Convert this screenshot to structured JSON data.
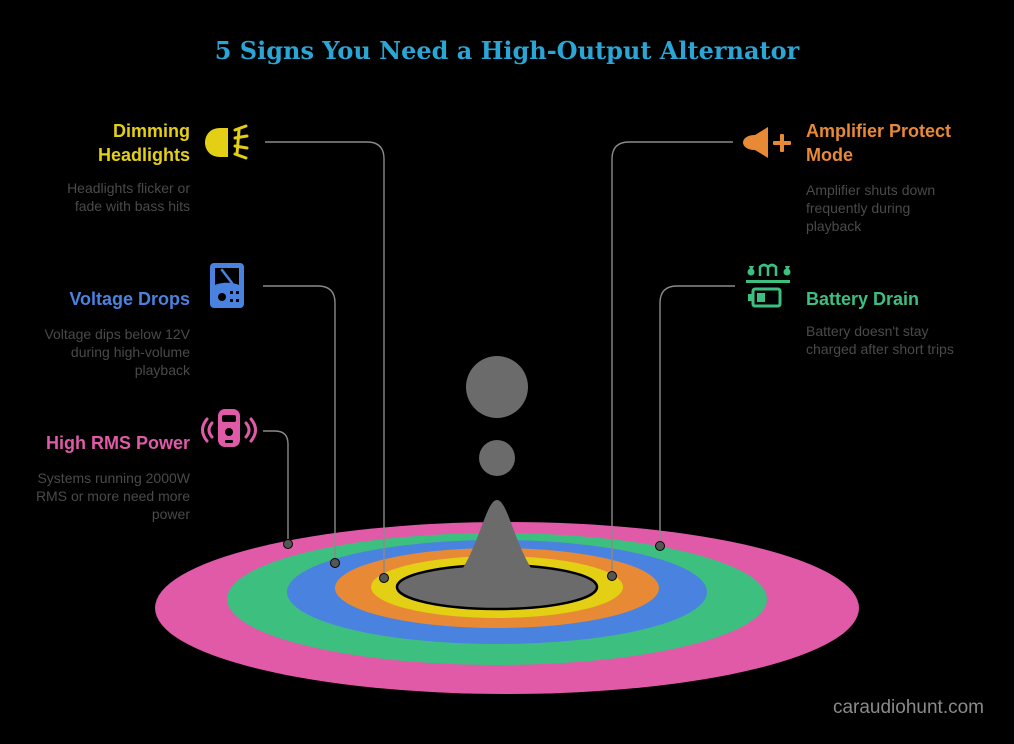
{
  "title": "5 Signs You Need a High-Output Alternator",
  "colors": {
    "title": "#2aa6d6",
    "line": "#8a8a8a",
    "desc": "#4a4a4a",
    "gray_shape": "#6b6b6b",
    "watermark": "#8a8a8a"
  },
  "signs": [
    {
      "id": "dimming",
      "label": "Dimming Headlights",
      "label_lines": [
        "Dimming",
        "Headlights"
      ],
      "description": "Headlights flicker or fade with bass hits",
      "description_lines": [
        "Headlights flicker or",
        "fade with bass hits"
      ],
      "icon": "headlight-icon",
      "color": "#e3cf13",
      "side": "left"
    },
    {
      "id": "voltage",
      "label": "Voltage Drops",
      "label_lines": [
        "Voltage Drops"
      ],
      "description": "Voltage dips below 12V during high-volume playback",
      "description_lines": [
        "Voltage dips below 12V",
        "during high-volume",
        "playback"
      ],
      "icon": "voltmeter-icon",
      "color": "#4a82e0",
      "side": "left"
    },
    {
      "id": "rms",
      "label": "High RMS Power",
      "label_lines": [
        "High RMS Power"
      ],
      "description": "Systems running 2000W RMS or more need more power",
      "description_lines": [
        "Systems running 2000W",
        "RMS or more need more",
        "power"
      ],
      "icon": "vibrating-speaker-icon",
      "color": "#e05aa8",
      "side": "left"
    },
    {
      "id": "amplifier",
      "label": "Amplifier Protect Mode",
      "label_lines": [
        "Amplifier Protect",
        "Mode"
      ],
      "description": "Amplifier shuts down frequently during playback",
      "description_lines": [
        "Amplifier shuts down",
        "frequently during",
        "playback"
      ],
      "icon": "speaker-plus-icon",
      "color": "#e88a35",
      "side": "right"
    },
    {
      "id": "battery",
      "label": "Battery Drain",
      "label_lines": [
        "Battery Drain"
      ],
      "description": "Battery doesn't stay charged after short trips",
      "description_lines": [
        "Battery doesn't stay",
        "charged after short trips"
      ],
      "icon": "battery-drain-icon",
      "color": "#3dbf80",
      "side": "right"
    }
  ],
  "watermark": "caraudiohunt.com"
}
